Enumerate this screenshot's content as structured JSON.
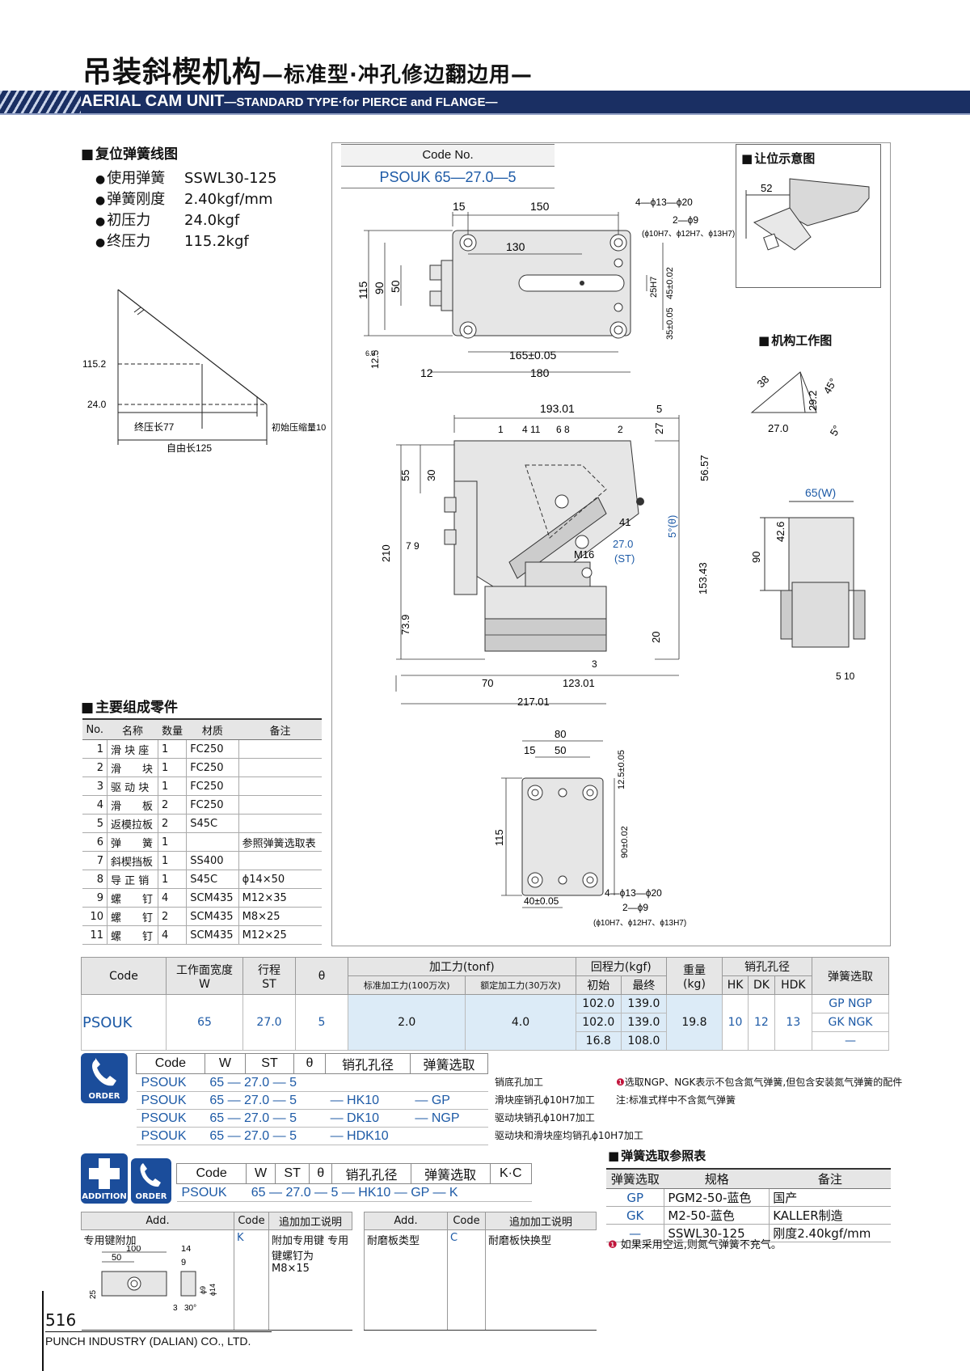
{
  "header": {
    "title_cn_main": "吊装斜楔机构",
    "title_cn_sub": "—标准型·冲孔修边翻边用—",
    "title_en_main": "AERIAL CAM UNIT",
    "title_en_sub": "—STANDARD TYPE·for PIERCE and FLANGE—"
  },
  "spring": {
    "heading": "复位弹簧线图",
    "specs": [
      {
        "k": "使用弹簧",
        "v": "SSWL30-125"
      },
      {
        "k": "弹簧刚度",
        "v": "2.40kgf/mm"
      },
      {
        "k": "初压力",
        "v": "24.0kgf"
      },
      {
        "k": "终压力",
        "v": "115.2kgf"
      }
    ],
    "graph": {
      "y_hi": "115.2",
      "y_lo": "24.0",
      "final_len": "终压长77",
      "init_comp": "初始压缩量10",
      "free_len": "自由长125"
    }
  },
  "code": {
    "header": "Code No.",
    "value": "PSOUK 65—27.0—5"
  },
  "inset": {
    "heading": "让位示意图",
    "dim": "52"
  },
  "mech_heading": "机构工作图",
  "dims_top": {
    "d15": "15",
    "d150": "150",
    "holes1": "4—ϕ13—ϕ20",
    "pins": "2—ϕ9",
    "pinfit": "(ϕ10H7、ϕ12H7、ϕ13H7)",
    "d130": "130",
    "d115": "115",
    "d90": "90",
    "d50": "50",
    "h25": "25H7",
    "d45": "45±0.02",
    "d35": "35±0.05",
    "d165": "165±0.05",
    "d12": "12",
    "d180": "180",
    "d125": "12.5",
    "r63": "6.3"
  },
  "dims_mid": {
    "d19301": "193.01",
    "d5": "5",
    "d27": "27",
    "d5657": "56.57",
    "d30": "30",
    "d55": "55",
    "d210": "210",
    "d739": "73.9",
    "d41": "41",
    "m16": "M16",
    "st": "27.0",
    "st_lbl": "(ST)",
    "theta": "5°(θ)",
    "d15343": "153.43",
    "d20": "20",
    "d70": "70",
    "d12301": "123.01",
    "d21701": "217.01",
    "n1": "1",
    "n411": "4 11",
    "n68": "6 8",
    "n2": "2",
    "n79": "7 9",
    "n3": "3"
  },
  "dims_right": {
    "d38": "38",
    "d292": "29.2",
    "d45": "45°",
    "d270": "27.0",
    "d5": "5°",
    "w": "65(W)",
    "d426": "42.6",
    "d90": "90",
    "n510": "5 10"
  },
  "dims_bot": {
    "d80": "80",
    "d15": "15",
    "d50": "50",
    "d125": "12.5±0.05",
    "d115": "115",
    "d90": "90±0.02",
    "d40": "40±0.05",
    "holes": "4—ϕ13—ϕ20",
    "pins": "2—ϕ9",
    "fit": "(ϕ10H7、ϕ12H7、ϕ13H7)"
  },
  "parts": {
    "heading": "主要组成零件",
    "cols": [
      "No.",
      "名称",
      "数量",
      "材质",
      "备注"
    ],
    "rows": [
      [
        "1",
        "滑 块 座",
        "1",
        "FC250",
        ""
      ],
      [
        "2",
        "滑　　块",
        "1",
        "FC250",
        ""
      ],
      [
        "3",
        "驱 动 块",
        "1",
        "FC250",
        ""
      ],
      [
        "4",
        "滑　　板",
        "2",
        "FC250",
        ""
      ],
      [
        "5",
        "返模拉板",
        "2",
        "S45C",
        ""
      ],
      [
        "6",
        "弹　　簧",
        "1",
        "",
        "参照弹簧选取表"
      ],
      [
        "7",
        "斜楔挡板",
        "1",
        "SS400",
        ""
      ],
      [
        "8",
        "导 正 销",
        "1",
        "S45C",
        "ϕ14×50"
      ],
      [
        "9",
        "螺　　钉",
        "4",
        "SCM435",
        "M12×35"
      ],
      [
        "10",
        "螺　　钉",
        "2",
        "SCM435",
        "M8×25"
      ],
      [
        "11",
        "螺　　钉",
        "4",
        "SCM435",
        "M12×25"
      ]
    ]
  },
  "spec": {
    "h_code": "Code",
    "h_w": "工作面宽度",
    "h_w2": "W",
    "h_st": "行程",
    "h_st2": "ST",
    "h_theta": "θ",
    "h_force": "加工力(tonf)",
    "h_f1": "标准加工力(100万次)",
    "h_f2": "额定加工力(30万次)",
    "h_ret": "回程力(kgf)",
    "h_r1": "初始",
    "h_r2": "最终",
    "h_wt": "重量",
    "h_wt2": "(kg)",
    "h_pin": "销孔孔径",
    "h_hk": "HK",
    "h_dk": "DK",
    "h_hdk": "HDK",
    "h_spring": "弹簧选取",
    "code": "PSOUK",
    "w": "65",
    "st": "27.0",
    "theta": "5",
    "f1": "2.0",
    "f2": "4.0",
    "ret": [
      [
        "102.0",
        "139.0"
      ],
      [
        "102.0",
        "139.0"
      ],
      [
        "16.8",
        "108.0"
      ]
    ],
    "wt": "19.8",
    "hk": "10",
    "dk": "12",
    "hdk": "13",
    "springs": [
      "GP NGP",
      "GK NGK",
      "—"
    ]
  },
  "order": {
    "badge": "ORDER",
    "cols": [
      "Code",
      "W",
      "ST",
      "θ",
      "销孔孔径",
      "弹簧选取"
    ],
    "rows": [
      [
        "PSOUK",
        "65 — 27.0 — 5",
        "",
        ""
      ],
      [
        "PSOUK",
        "65 — 27.0 — 5",
        "— HK10",
        "— GP"
      ],
      [
        "PSOUK",
        "65 — 27.0 — 5",
        "— DK10",
        "— NGP"
      ],
      [
        "PSOUK",
        "65 — 27.0 — 5",
        "— HDK10",
        ""
      ]
    ],
    "notes": [
      "销底孔加工",
      "滑块座销孔ϕ10H7加工",
      "驱动块销孔ϕ10H7加工",
      "驱动块和滑块座均销孔ϕ10H7加工"
    ],
    "warn1": "选取NGP、NGK表示不包含氮气弹簧,但包含安装氮气弹簧的配件",
    "warn2": "注:标准式样中不含氮气弹簧"
  },
  "addition": {
    "badge": "ADDITION",
    "cols": [
      "Code",
      "W",
      "ST",
      "θ",
      "销孔孔径",
      "弹簧选取",
      "K·C"
    ],
    "row": [
      "PSOUK",
      "65 — 27.0 — 5 — HK10 — GP — K"
    ]
  },
  "spring_tbl": {
    "heading": "弹簧选取参照表",
    "cols": [
      "弹簧选取",
      "规格",
      "备注"
    ],
    "rows": [
      [
        "GP",
        "PGM2-50-蓝色",
        "国产"
      ],
      [
        "GK",
        "M2-50-蓝色",
        "KALLER制造"
      ],
      [
        "—",
        "SSWL30-125",
        "刚度2.40kgf/mm"
      ]
    ],
    "note": "如果采用空运,则氮气弹簧不充气。"
  },
  "add_tbl": {
    "cols": [
      "Add.",
      "Code",
      "追加加工说明",
      "Add.",
      "Code",
      "追加加工说明"
    ],
    "row": [
      "专用键附加",
      "K",
      "附加专用键 专用键螺钉为 M8×15",
      "耐磨板类型",
      "C",
      "耐磨板快换型"
    ],
    "key_dims": {
      "d100": "100",
      "d50": "50",
      "d14": "14",
      "d9": "9",
      "d25": "25",
      "d3": "3",
      "d30": "30°",
      "dp9": "ϕ9",
      "dp14": "ϕ14"
    }
  },
  "footer": {
    "page": "516",
    "company": "PUNCH INDUSTRY (DALIAN) CO., LTD."
  }
}
